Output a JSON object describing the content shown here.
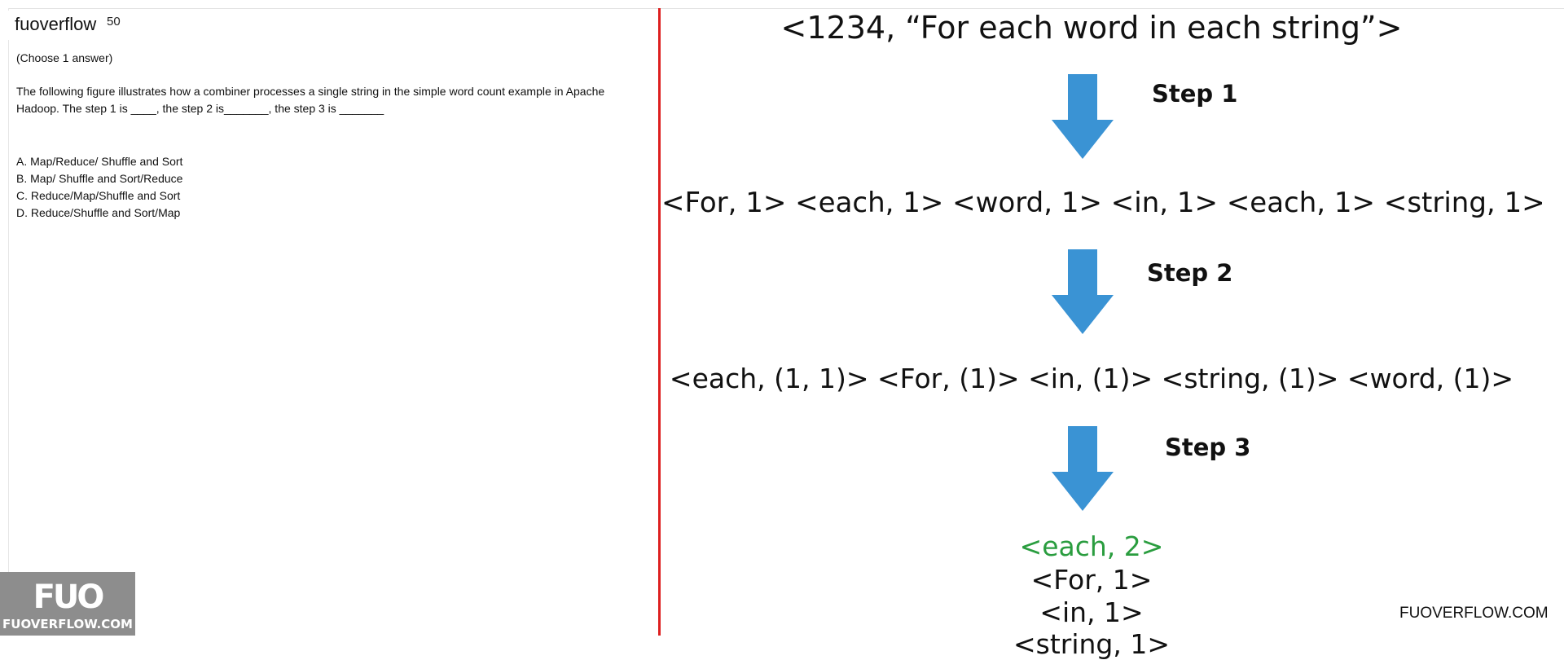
{
  "header": {
    "brand": "fuoverflow",
    "question_number": "50"
  },
  "question": {
    "instruction": "(Choose 1 answer)",
    "text": "The following figure illustrates how a combiner processes a single string in the simple word count example in Apache Hadoop. The step 1 is ____, the step 2 is_______, the step 3 is _______",
    "options": [
      "A. Map/Reduce/ Shuffle and Sort",
      "B. Map/ Shuffle and Sort/Reduce",
      "C. Reduce/Map/Shuffle and Sort",
      "D. Reduce/Shuffle and Sort/Map"
    ]
  },
  "figure": {
    "input": "<1234, “For each word in each string”>",
    "steps": [
      "Step 1",
      "Step 2",
      "Step 3"
    ],
    "after_step1": "<For, 1> <each, 1> <word, 1> <in, 1> <each, 1> <string, 1>",
    "after_step2": "<each, (1, 1)> <For, (1)> <in, (1)> <string, (1)> <word, (1)>",
    "output": [
      "<each, 2>",
      "<For, 1>",
      "<in, 1>",
      "<string, 1>"
    ],
    "colors": {
      "arrow": "#3a93d4",
      "highlight": "#2a9d3f",
      "divider": "#dd1f1f"
    },
    "arrow_icon": "arrow-down-icon"
  },
  "watermark": {
    "logo_mark": "FUO",
    "logo_text": "FUOVERFLOW.COM",
    "site": "FUOVERFLOW.COM"
  }
}
